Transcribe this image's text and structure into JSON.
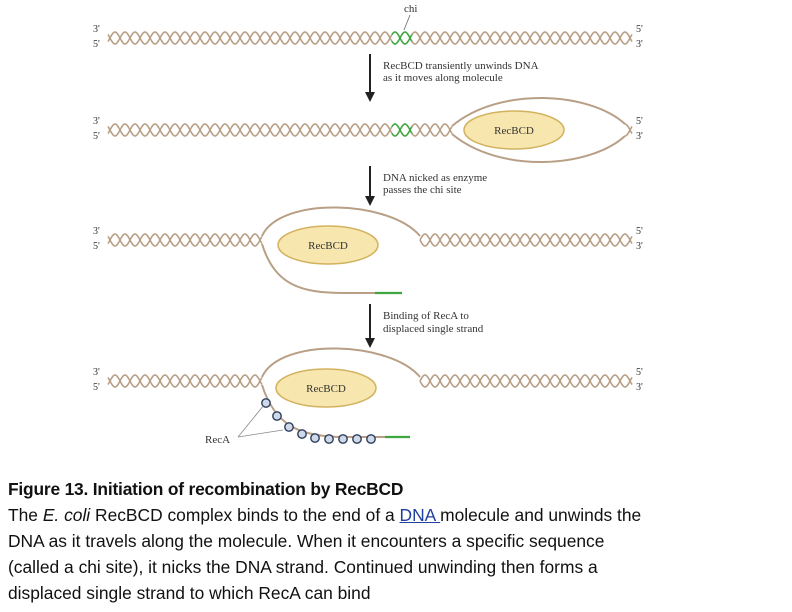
{
  "colors": {
    "dna": "#b89f85",
    "chi": "#3ea63e",
    "enzyme_fill": "#f7e6ad",
    "enzyme_stroke": "#d2b25f",
    "reca_bead": "#cfd9e7",
    "reca_bead_stroke": "#2c3d5c",
    "arrow": "#222222"
  },
  "diagram": {
    "chi_label": "chi",
    "end_labels": {
      "left_top": "3'",
      "left_bottom": "5'",
      "right_top": "5'",
      "right_bottom": "3'"
    },
    "enzyme_label": "RecBCD",
    "reca_label": "RecA",
    "steps": [
      {
        "line1": "RecBCD transiently unwinds DNA",
        "line2": "as it moves along molecule"
      },
      {
        "line1": "DNA nicked as enzyme",
        "line2": "passes the chi site"
      },
      {
        "line1": "Binding of RecA to",
        "line2": "displaced single strand"
      }
    ]
  },
  "caption": {
    "title": "Figure 13. Initiation of recombination by RecBCD",
    "line1_prefix": "The ",
    "line1_italic": "E. coli",
    "line1_middle": " RecBCD complex binds to the end of a ",
    "link_text": "DNA ",
    "line1_suffix": "molecule and unwinds the",
    "line2": "DNA as it travels along the molecule. When it encounters a specific sequence",
    "line3": "(called a chi site), it nicks the DNA strand. Continued unwinding then forms a",
    "line4": "displaced single strand to which RecA can bind"
  }
}
